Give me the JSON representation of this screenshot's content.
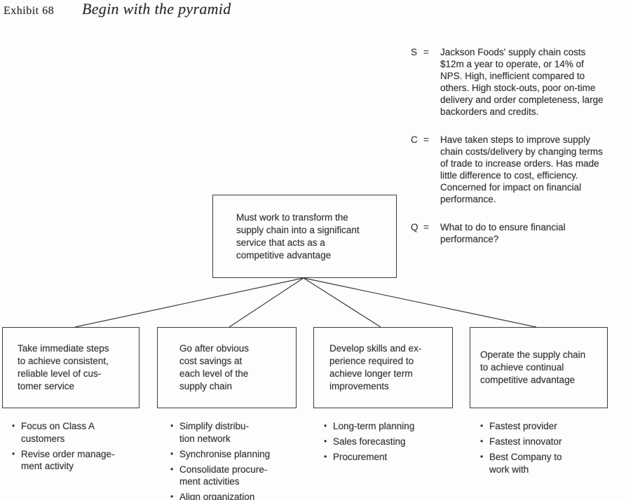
{
  "page": {
    "exhibit_label": "Exhibit 68",
    "title": "Begin with the pyramid"
  },
  "side_notes": [
    {
      "label": "S",
      "eq": "=",
      "text": "Jackson Foods' supply chain costs\n$12m a year to operate, or 14% of\nNPS. High, inefficient compared to\nothers. High stock-outs, poor on-time\ndelivery and order completeness, large\nbackorders and credits."
    },
    {
      "label": "C",
      "eq": "=",
      "text": "Have taken steps to improve supply\nchain costs/delivery by changing terms\nof trade to increase orders. Has made\nlittle difference to cost, efficiency.\nConcerned for impact on financial\nperformance."
    },
    {
      "label": "Q",
      "eq": "=",
      "text": "What to do to ensure financial\nperformance?"
    }
  ],
  "pyramid": {
    "bullet_glyph": "•",
    "top_box": "Must work to transform the\nsupply chain into a significant\nservice that acts as a\ncompetitive advantage",
    "bottom_boxes": [
      "Take immediate steps\nto achieve consistent,\nreliable level of cus-\ntomer service",
      "Go after obvious\ncost savings at\neach level of the\nsupply chain",
      "Develop skills and ex-\nperience required to\nachieve longer term\nimprovements",
      "Operate the supply chain\nto achieve continual\ncompetitive advantage"
    ],
    "bullets": [
      {
        "items": [
          "Focus on Class A\ncustomers",
          "Revise order manage-\nment activity"
        ]
      },
      {
        "items": [
          "Simplify distribu-\ntion network",
          "Synchronise planning",
          "Consolidate procure-\nment activities",
          "Align organization"
        ]
      },
      {
        "items": [
          "Long-term planning",
          "Sales forecasting",
          "Procurement"
        ]
      },
      {
        "items": [
          "Fastest provider",
          "Fastest innovator",
          "Best Company to\nwork with"
        ]
      }
    ]
  },
  "colors": {
    "ink": "#2e2e2e",
    "paper": "#fdfdfc"
  }
}
